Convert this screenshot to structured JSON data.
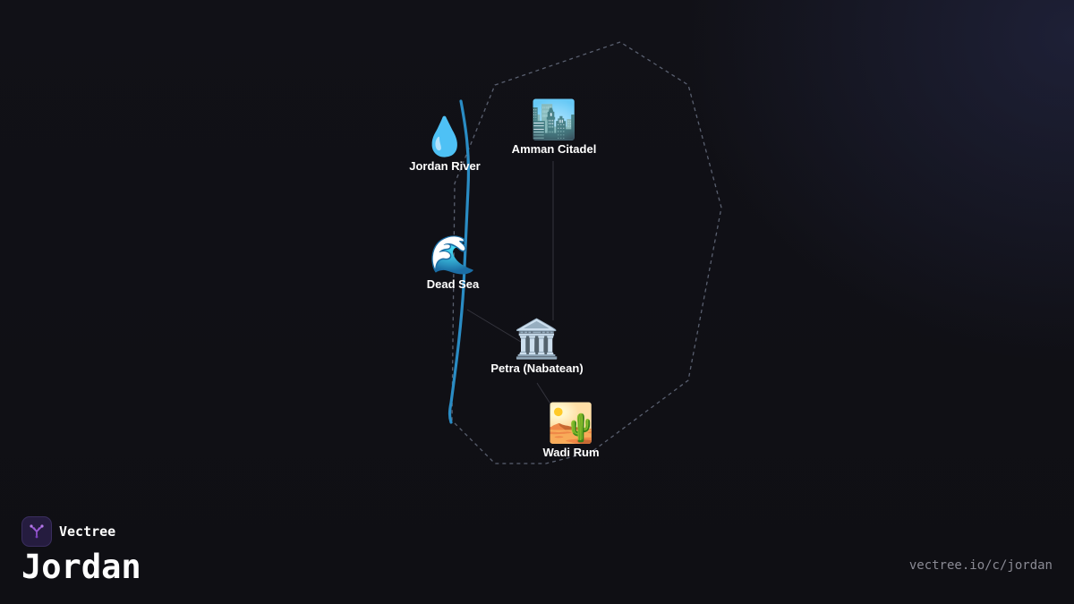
{
  "brand": {
    "name": "Vectree",
    "logo_icon": "vectree-tree-icon",
    "logo_color": "#9b59d6"
  },
  "title": "Jordan",
  "url": "vectree.io/c/jordan",
  "colors": {
    "background": "#0f0f14",
    "border": "#5a6070",
    "river": "#2a8cc4",
    "connector": "#3a3a44",
    "label": "#ffffff"
  },
  "sites": [
    {
      "id": "jordan-river",
      "label": "Jordan River",
      "icon": "water-drop-icon",
      "glyph": "💧"
    },
    {
      "id": "amman-citadel",
      "label": "Amman Citadel",
      "icon": "cityscape-icon",
      "glyph": "🏙️"
    },
    {
      "id": "dead-sea",
      "label": "Dead Sea",
      "icon": "wave-icon",
      "glyph": "🌊"
    },
    {
      "id": "petra",
      "label": "Petra (Nabatean)",
      "icon": "classical-building-icon",
      "glyph": "🏛️"
    },
    {
      "id": "wadi-rum",
      "label": "Wadi Rum",
      "icon": "desert-icon",
      "glyph": "🏜️"
    }
  ]
}
